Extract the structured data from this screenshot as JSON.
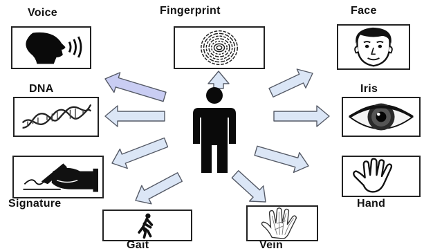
{
  "labels": {
    "voice": "Voice",
    "fingerprint": "Fingerprint",
    "face": "Face",
    "dna": "DNA",
    "iris": "Iris",
    "signature": "Signature",
    "hand": "Hand",
    "gait": "Gait",
    "vein": "Vein"
  },
  "colors": {
    "arrow_fill": "#dbe6f6",
    "arrow_fill_voice": "#c9cdf3",
    "arrow_stroke": "#555a66",
    "person": "#0a0a0a"
  },
  "icons": {
    "center": "person-icon",
    "voice": "speaking-head-icon",
    "fingerprint": "fingerprint-icon",
    "face": "face-icon",
    "dna": "dna-helix-icon",
    "iris": "iris-eye-icon",
    "signature": "signing-hand-icon",
    "hand": "open-hand-icon",
    "gait": "walking-person-icon",
    "vein": "hand-vein-icon"
  }
}
